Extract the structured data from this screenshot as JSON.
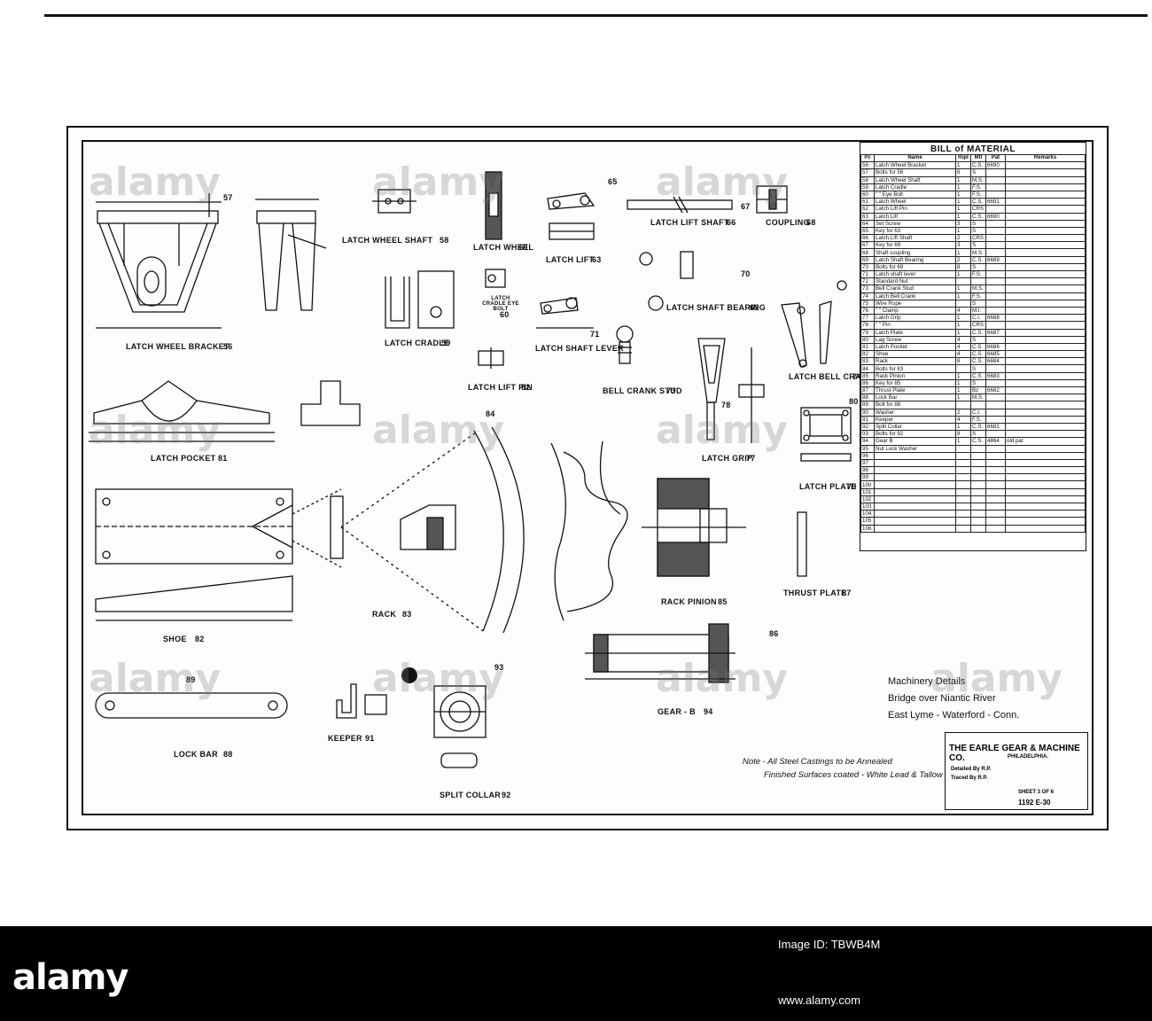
{
  "bom": {
    "title": "BILL of MATERIAL",
    "headers": [
      "Pc",
      "Name",
      "Rqd",
      "Mtl",
      "Pat",
      "Remarks"
    ],
    "rows": [
      [
        "56",
        "Latch Wheel Bracket",
        "1",
        "C.S.",
        "6690",
        ""
      ],
      [
        "57",
        "Bolts for 56",
        "6",
        "S",
        "",
        " "
      ],
      [
        "58",
        "Latch Wheel Shaft",
        "1",
        "M.S.",
        "",
        ""
      ],
      [
        "59",
        "Latch Cradle",
        "1",
        "F.S.",
        "",
        ""
      ],
      [
        "60",
        "\"    \"   Eye Bolt",
        "1",
        "F.S.",
        "",
        ""
      ],
      [
        "61",
        "Latch Wheel",
        "1",
        "C.S.",
        "6691",
        ""
      ],
      [
        "62",
        "Latch Lift Pin",
        "1",
        "CRS",
        "",
        ""
      ],
      [
        "63",
        "Latch Lift",
        "1",
        "C.S.",
        "6690",
        ""
      ],
      [
        "64",
        "Set Screw",
        "3",
        "S",
        "",
        ""
      ],
      [
        "65",
        "Key for 63",
        "1",
        "S",
        "",
        ""
      ],
      [
        "66",
        "Latch Lift Shaft",
        "2",
        "CRS",
        "",
        ""
      ],
      [
        "67",
        "Key for 69",
        "3",
        "S",
        "",
        ""
      ],
      [
        "68",
        "Shaft coupling",
        "1",
        "M.S.",
        "",
        ""
      ],
      [
        "69",
        "Latch Shaft Bearing",
        "2",
        "C.S.",
        "6689",
        ""
      ],
      [
        "70",
        "Bolts for 69",
        "8",
        "S",
        "",
        ""
      ],
      [
        "71",
        "Latch shaft lever",
        "1",
        "F.S.",
        "",
        ""
      ],
      [
        "72",
        "Standard Nut",
        "",
        "",
        "",
        ""
      ],
      [
        "73",
        "Bell Crank Stud",
        "1",
        "M.S.",
        "",
        ""
      ],
      [
        "74",
        "Latch Bell Crank",
        "1",
        "F.S.",
        "",
        ""
      ],
      [
        "75",
        "Wire Rope",
        "",
        "S",
        "",
        ""
      ],
      [
        "76",
        "\"   \"   Clamp",
        "4",
        "M.I.",
        "",
        ""
      ],
      [
        "77",
        "Latch Grip",
        "1",
        "C.I.",
        "6688",
        ""
      ],
      [
        "78",
        "\"   \"   Pin",
        "1",
        "CRS",
        "",
        ""
      ],
      [
        "79",
        "Latch Plate",
        "1",
        "C.S.",
        "6687",
        ""
      ],
      [
        "80",
        "Lag Screw",
        "4",
        "S",
        "",
        ""
      ],
      [
        "81",
        "Latch Pocket",
        "4",
        "C.S.",
        "6686",
        ""
      ],
      [
        "82",
        "Shoe",
        "4",
        "C.S.",
        "6685",
        ""
      ],
      [
        "83",
        "Rack",
        "8",
        "C.S.",
        "6684",
        ""
      ],
      [
        "84",
        "Bolts for 83",
        "",
        "S",
        "",
        ""
      ],
      [
        "85",
        "Rack Pinion",
        "1",
        "C.S.",
        "6683",
        ""
      ],
      [
        "86",
        "Key for 85",
        "1",
        "S",
        "",
        ""
      ],
      [
        "87",
        "Thrust Plate",
        "1",
        "Bz",
        "6682",
        ""
      ],
      [
        "88",
        "Lock Bar",
        "1",
        "M.S.",
        "",
        ""
      ],
      [
        "89",
        "Bolt for 88",
        "",
        "",
        "",
        ""
      ],
      [
        "90",
        "Washer",
        "2",
        "C.I.",
        "",
        ""
      ],
      [
        "91",
        "Keeper",
        "4",
        "F.S.",
        "",
        ""
      ],
      [
        "92",
        "Split Collar",
        "1",
        "C.S.",
        "6681",
        ""
      ],
      [
        "93",
        "Bolts for 92",
        "8",
        "S",
        "",
        ""
      ],
      [
        "94",
        "Gear B",
        "1",
        "C.S.",
        "4864",
        "old pat"
      ],
      [
        "95",
        "Nut Lock Washer",
        "",
        "",
        "",
        ""
      ],
      [
        "96",
        "",
        "",
        "",
        "",
        ""
      ],
      [
        "97",
        "",
        "",
        "",
        "",
        ""
      ],
      [
        "98",
        "",
        "",
        "",
        "",
        ""
      ],
      [
        "99",
        "",
        "",
        "",
        "",
        ""
      ],
      [
        "100",
        "",
        "",
        "",
        "",
        ""
      ],
      [
        "101",
        "",
        "",
        "",
        "",
        ""
      ],
      [
        "102",
        "",
        "",
        "",
        "",
        ""
      ],
      [
        "103",
        "",
        "",
        "",
        "",
        ""
      ],
      [
        "104",
        "",
        "",
        "",
        "",
        ""
      ],
      [
        "105",
        "",
        "",
        "",
        "",
        ""
      ],
      [
        "106",
        "",
        "",
        "",
        "",
        ""
      ]
    ]
  },
  "labels": {
    "latch_wheel_bracket": "LATCH WHEEL BRACKET",
    "latch_wheel_bracket_no": "56",
    "latch_wheel_shaft": "LATCH WHEEL SHAFT",
    "latch_wheel_shaft_no": "58",
    "latch_wheel": "LATCH WHEEL",
    "latch_wheel_no": "61",
    "latch_lift": "LATCH LIFT",
    "latch_lift_no": "63",
    "latch_lift_shaft": "LATCH LIFT SHAFT",
    "latch_lift_shaft_no": "66",
    "coupling": "COUPLING",
    "coupling_no": "68",
    "latch_cradle": "LATCH CRADLE",
    "latch_cradle_no": "59",
    "latch_cradle_eye_bolt": "LATCH CRADLE EYE BOLT",
    "latch_cradle_eye_bolt_no": "60",
    "latch_shaft_lever": "LATCH SHAFT LEVER",
    "latch_shaft_lever_no": "71",
    "latch_shaft_bearing": "LATCH SHAFT BEARING",
    "latch_shaft_bearing_no": "69",
    "latch_lift_pin": "LATCH LIFT PIN",
    "latch_lift_pin_no": "62",
    "bell_crank_stud": "BELL CRANK STUD",
    "bell_crank_stud_no": "73",
    "latch_bell_crank": "LATCH BELL CRANK",
    "latch_bell_crank_no": "74",
    "latch_pocket": "LATCH POCKET",
    "latch_pocket_no": "81",
    "latch_grip": "LATCH GRIP",
    "latch_grip_no": "77",
    "latch_plate": "LATCH PLATE",
    "latch_plate_no": "79",
    "rack": "RACK",
    "rack_no": "83",
    "rack_pinion": "RACK PINION",
    "rack_pinion_no": "85",
    "thrust_plate": "THRUST PLATE",
    "thrust_plate_no": "87",
    "shoe": "SHOE",
    "shoe_no": "82",
    "gear_b": "GEAR - B",
    "gear_b_no": "94",
    "lock_bar": "LOCK BAR",
    "lock_bar_no": "88",
    "keeper": "KEEPER",
    "keeper_no": "91",
    "split_collar": "SPLIT COLLAR",
    "split_collar_no": "92",
    "ref_57": "57",
    "ref_65": "65",
    "ref_67": "67",
    "ref_70": "70",
    "ref_78": "78",
    "ref_80": "80",
    "ref_84": "84",
    "ref_86": "86",
    "ref_89": "89",
    "ref_93": "93"
  },
  "title_block": {
    "line1": "Machinery Details",
    "line2": "Bridge over Niantic River",
    "line3": "East Lyme - Waterford - Conn."
  },
  "maker": {
    "name": "THE EARLE GEAR & MACHINE CO.",
    "city": "PHILADELPHIA.",
    "detailed": "Detailed By  R.P.",
    "traced": "Traced By  R.P.",
    "sheet": "SHEET 3  OF 6",
    "number": "1192 E-30"
  },
  "note": {
    "line1": "Note - All Steel Castings to be Annealed",
    "line2": "Finished Surfaces coated - White Lead & Tallow"
  },
  "watermark": "alamy",
  "footer": {
    "logo": "alamy",
    "image_id": "Image ID: TBWB4M",
    "url": "www.alamy.com"
  }
}
